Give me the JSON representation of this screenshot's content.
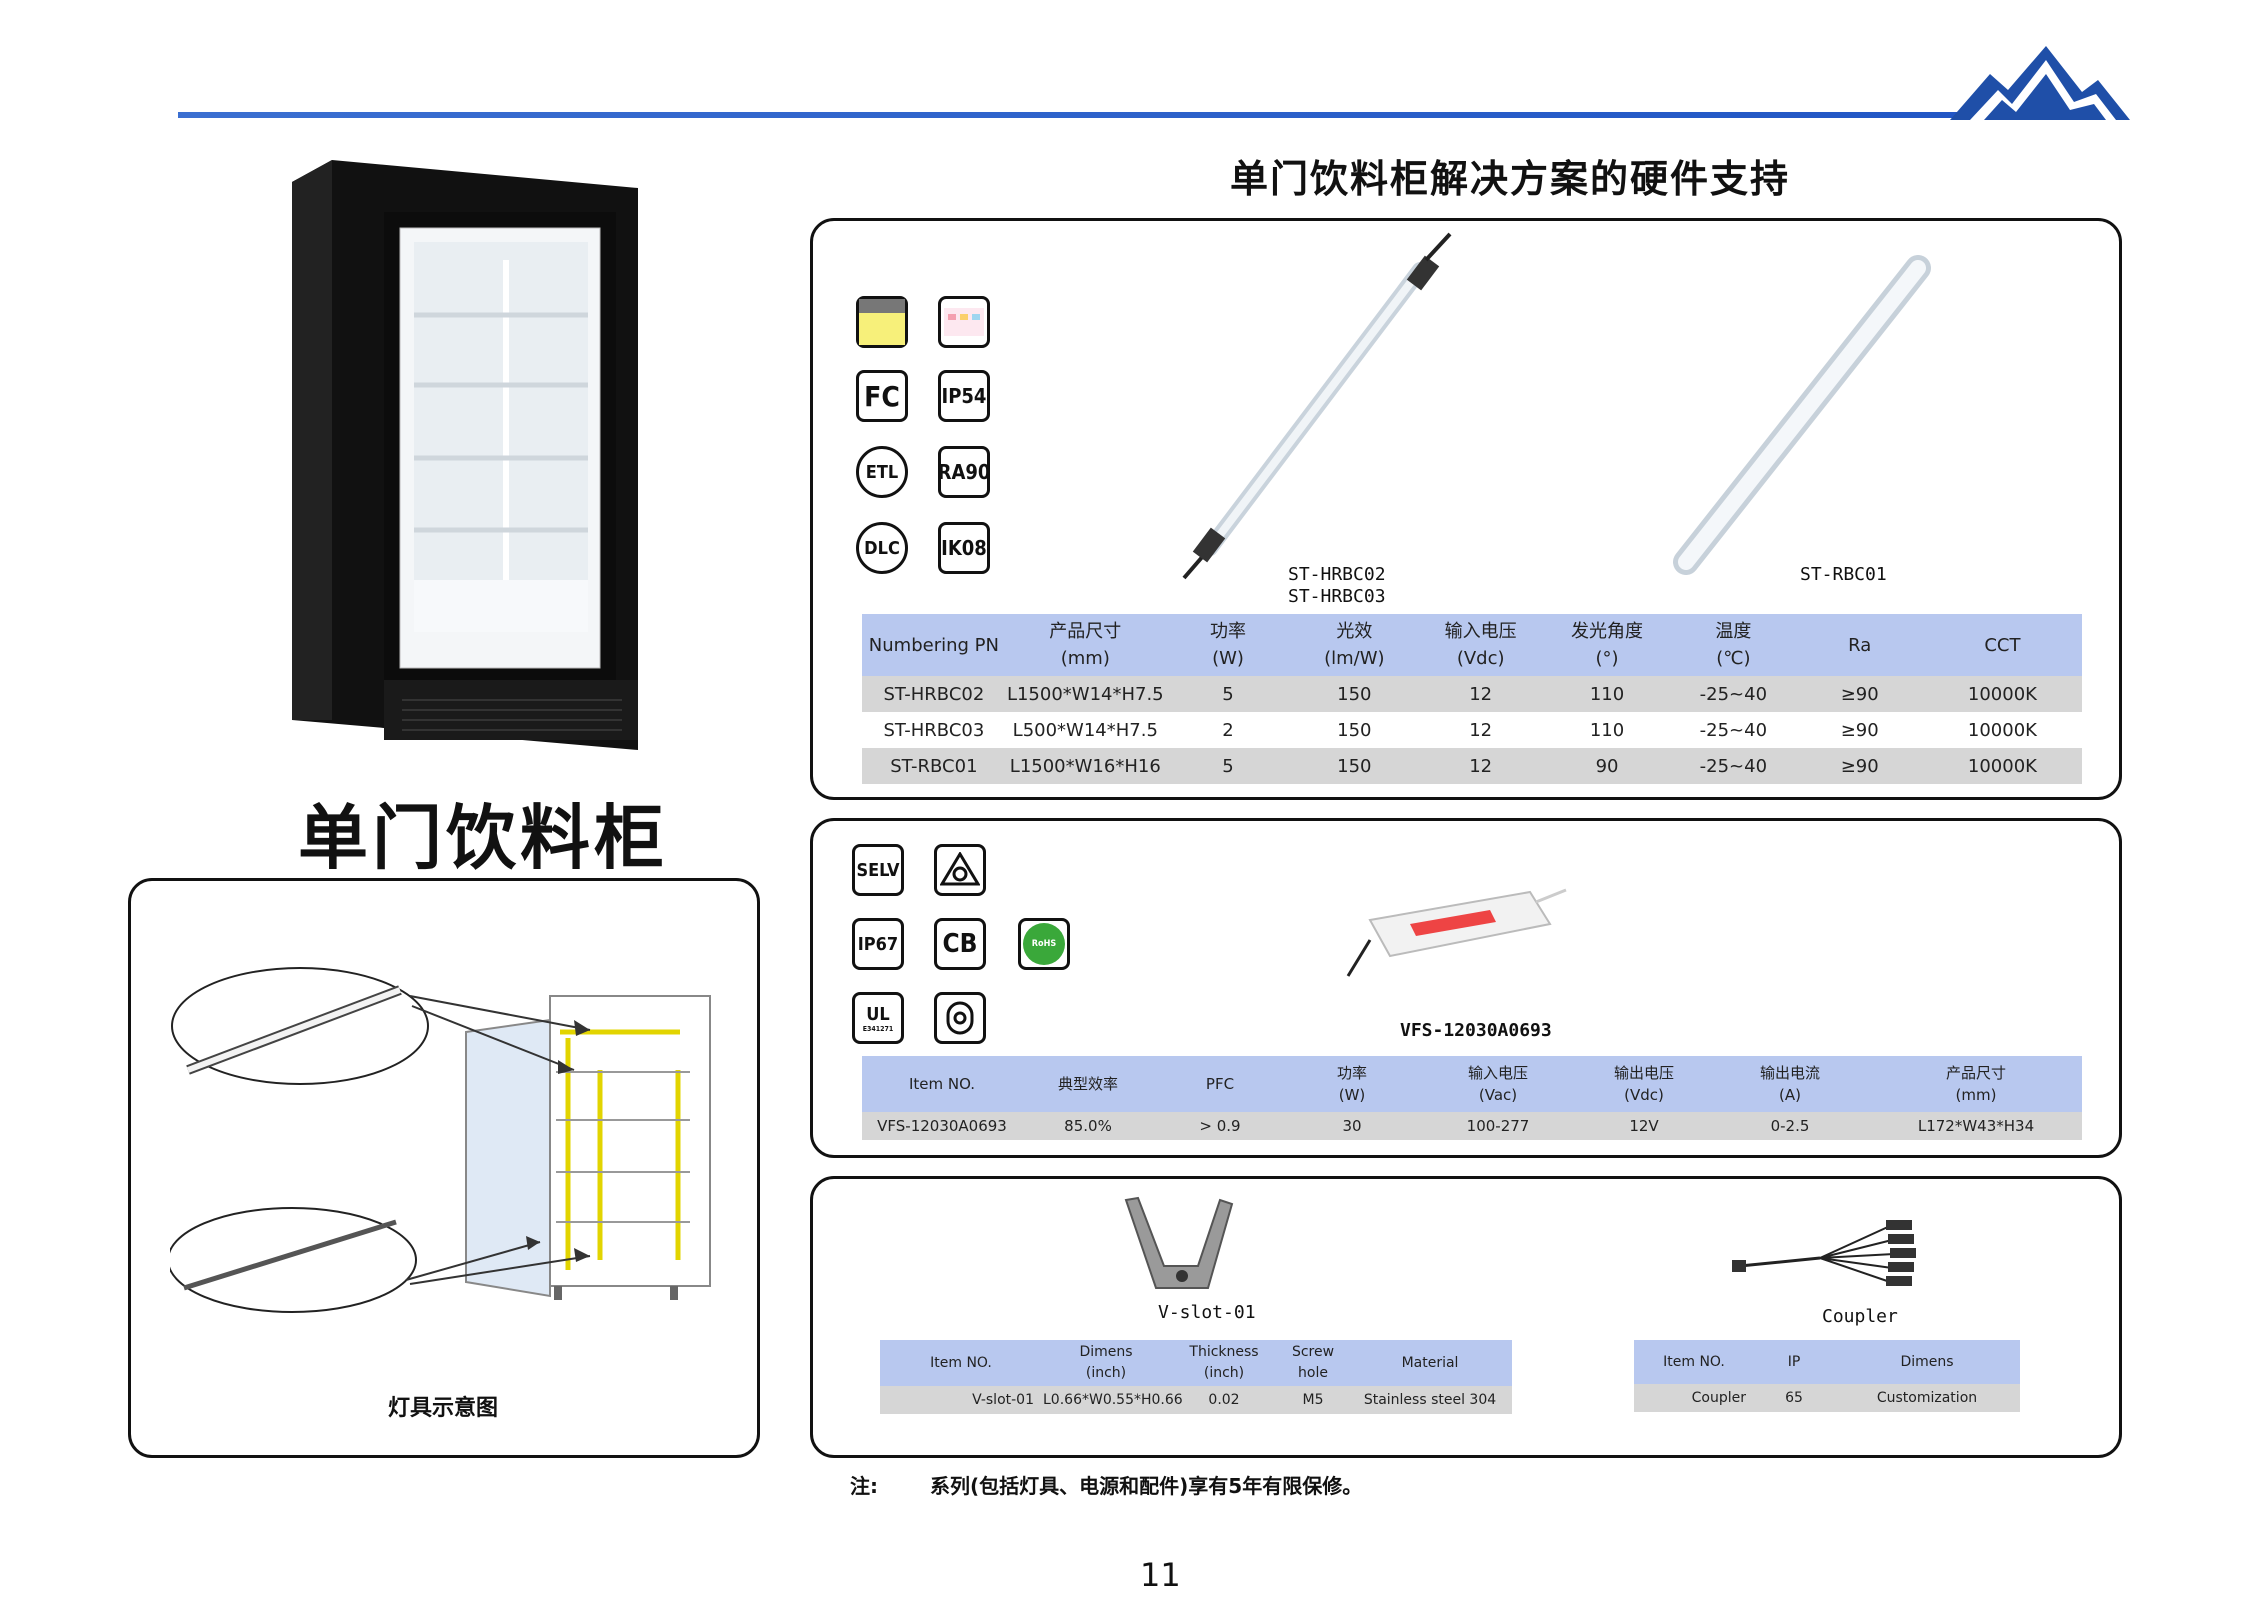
{
  "page_title": "单门饮料柜解决方案的硬件支持",
  "fridge_title": "单门饮料柜",
  "diagram_caption": "灯具示意图",
  "lights": {
    "certs": [
      "FC",
      "IP54",
      "ETL",
      "RA90",
      "DLC",
      "IK08"
    ],
    "product_label_1a": "ST-HRBC02",
    "product_label_1b": "ST-HRBC03",
    "product_label_2": "ST-RBC01",
    "headers": [
      {
        "l1": "Numbering PN",
        "l2": ""
      },
      {
        "l1": "产品尺寸",
        "l2": "(mm)"
      },
      {
        "l1": "功率",
        "l2": "(W)"
      },
      {
        "l1": "光效",
        "l2": "(lm/W)"
      },
      {
        "l1": "输入电压",
        "l2": "(Vdc)"
      },
      {
        "l1": "发光角度",
        "l2": "(°)"
      },
      {
        "l1": "温度",
        "l2": "(℃)"
      },
      {
        "l1": "Ra",
        "l2": ""
      },
      {
        "l1": "CCT",
        "l2": ""
      }
    ],
    "rows": [
      [
        "ST-HRBC02",
        "L1500*W14*H7.5",
        "5",
        "150",
        "12",
        "110",
        "-25~40",
        "≥90",
        "10000K"
      ],
      [
        "ST-HRBC03",
        "L500*W14*H7.5",
        "2",
        "150",
        "12",
        "110",
        "-25~40",
        "≥90",
        "10000K"
      ],
      [
        "ST-RBC01",
        "L1500*W16*H16",
        "5",
        "150",
        "12",
        "90",
        "-25~40",
        "≥90",
        "10000K"
      ]
    ]
  },
  "driver": {
    "certs": [
      "SELV",
      "IP67",
      "CB",
      "RoHS"
    ],
    "ul_text": "E341271",
    "product_label": "VFS-12030A0693",
    "headers": [
      {
        "l1": "Item NO.",
        "l2": ""
      },
      {
        "l1": "典型效率",
        "l2": ""
      },
      {
        "l1": "PFC",
        "l2": ""
      },
      {
        "l1": "功率",
        "l2": "(W)"
      },
      {
        "l1": "输入电压",
        "l2": "(Vac)"
      },
      {
        "l1": "输出电压",
        "l2": "(Vdc)"
      },
      {
        "l1": "输出电流",
        "l2": "(A)"
      },
      {
        "l1": "产品尺寸",
        "l2": "(mm)"
      }
    ],
    "rows": [
      [
        "VFS-12030A0693",
        "85.0%",
        "> 0.9",
        "30",
        "100-277",
        "12V",
        "0-2.5",
        "L172*W43*H34"
      ]
    ]
  },
  "accessories": {
    "vslot_label": "V-slot-01",
    "coupler_label": "Coupler",
    "vslot_headers": [
      {
        "l1": "Item NO.",
        "l2": ""
      },
      {
        "l1": "Dimens",
        "l2": "(inch)"
      },
      {
        "l1": "Thickness",
        "l2": "(inch)"
      },
      {
        "l1": "Screw",
        "l2": "hole"
      },
      {
        "l1": "Material",
        "l2": ""
      }
    ],
    "vslot_rows": [
      [
        "V-slot-01",
        "L0.66*W0.55*H0.66",
        "0.02",
        "M5",
        "Stainless steel 304"
      ]
    ],
    "coupler_headers": [
      "Item NO.",
      "IP",
      "Dimens"
    ],
    "coupler_rows": [
      [
        "Coupler",
        "65",
        "Customization"
      ]
    ]
  },
  "note_label": "注:",
  "note_text": "系列(包括灯具、电源和配件)享有5年有限保修。",
  "page_number": "11",
  "colors": {
    "header_band": "#b8c8ef",
    "row_gray": "#d6d6d6",
    "accent_line": "#2a5fcc"
  }
}
